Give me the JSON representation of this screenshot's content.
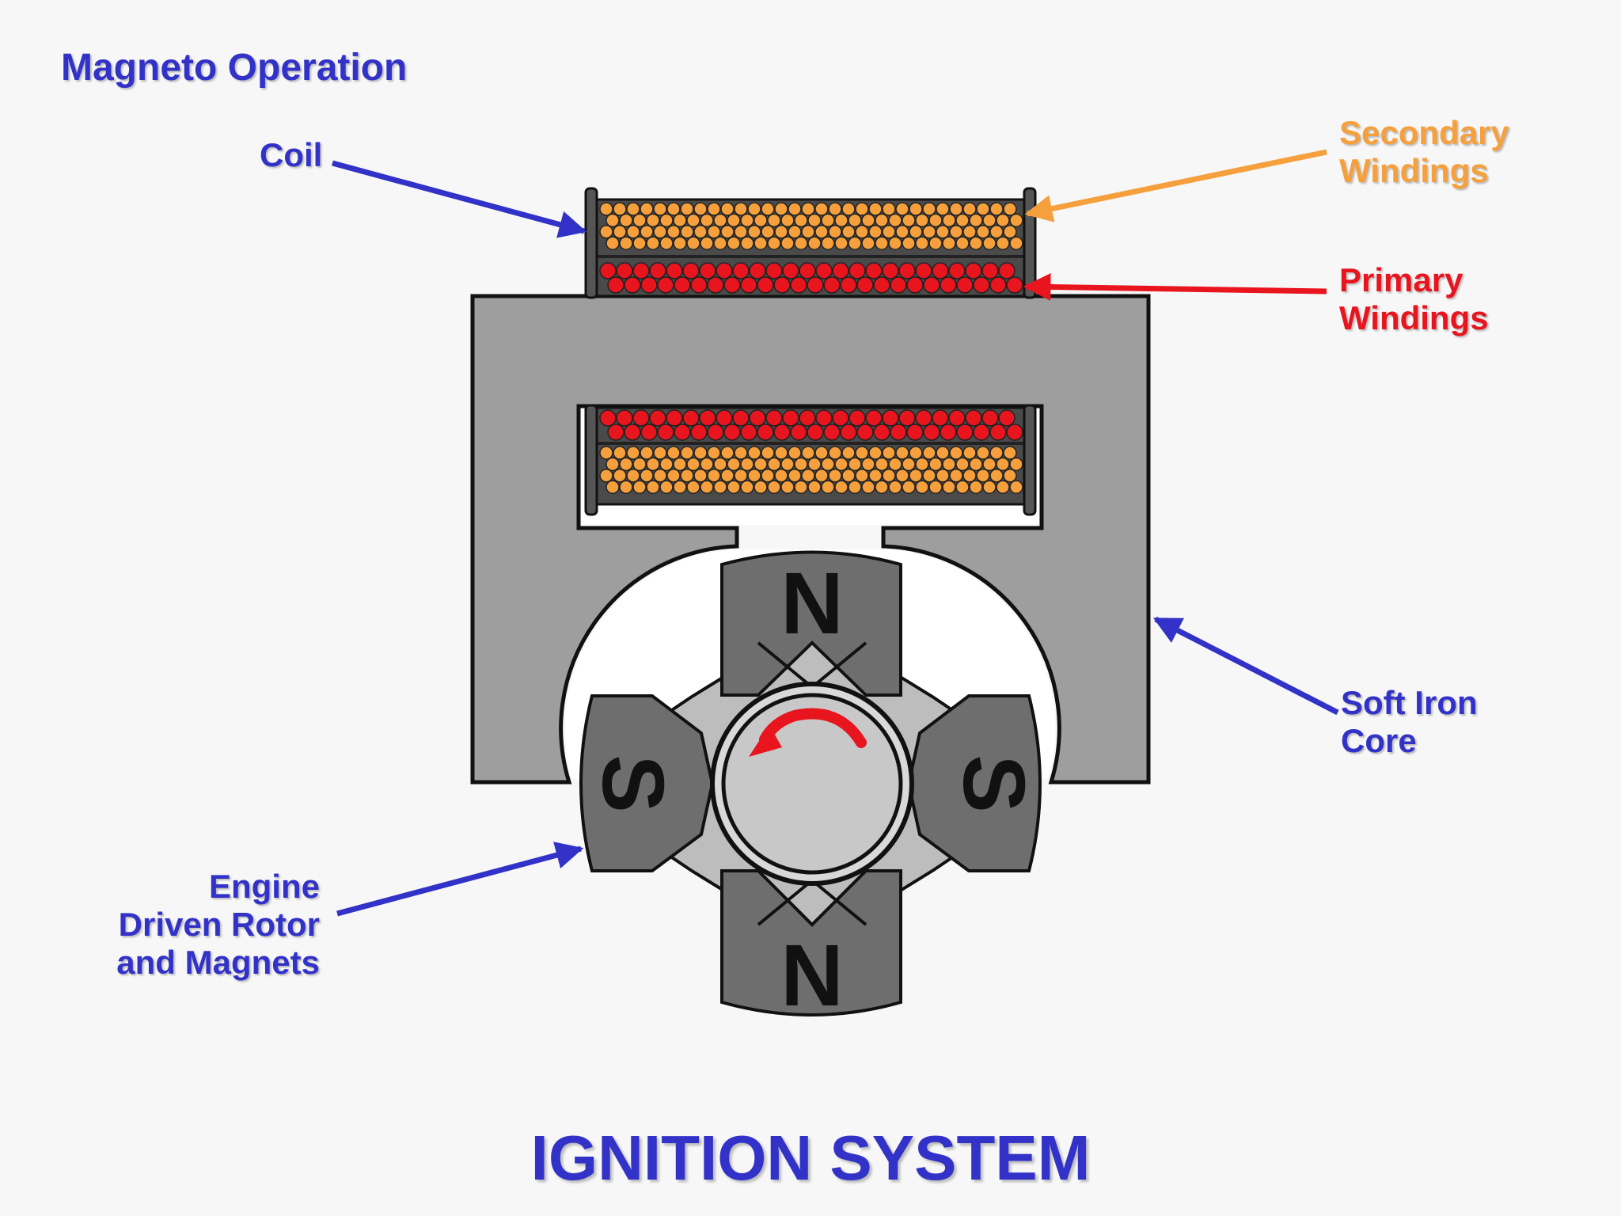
{
  "title": "Magneto Operation",
  "footer_title": "IGNITION SYSTEM",
  "labels": {
    "coil": "Coil",
    "secondary_windings": [
      "Secondary",
      "Windings"
    ],
    "primary_windings": [
      "Primary",
      "Windings"
    ],
    "soft_iron_core": [
      "Soft Iron",
      "Core"
    ],
    "rotor": [
      "Engine",
      "Driven Rotor",
      "and Magnets"
    ]
  },
  "poles": {
    "north": "N",
    "south": "S"
  },
  "colors": {
    "label_blue": "#3232c8",
    "secondary_orange": "#f5a03c",
    "primary_red": "#e8141e",
    "core_gray": "#9e9e9e",
    "magnet_dark": "#6e6e6e",
    "rotor_light": "#c8c8c8"
  },
  "icons": {
    "rotation": "counterclockwise-arrow-icon"
  }
}
